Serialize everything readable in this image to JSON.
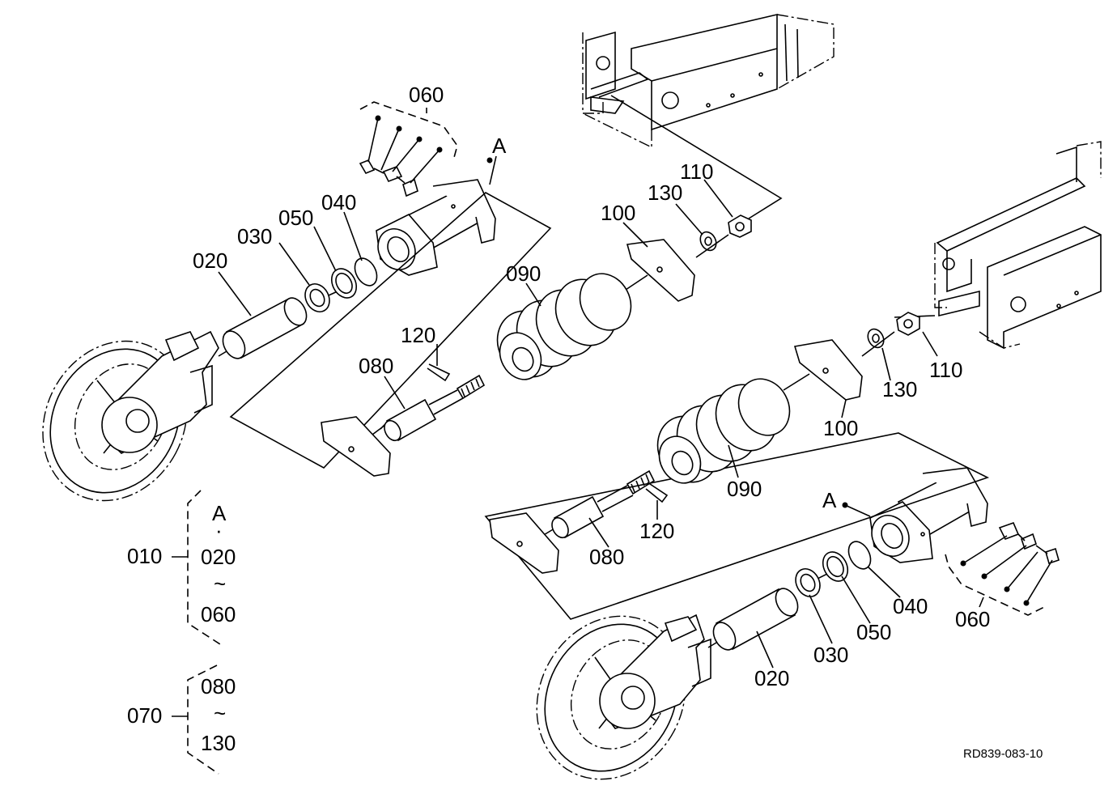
{
  "drawing_code": "RD839-083-10",
  "callouts": {
    "left": {
      "p060": "060",
      "pA": "A",
      "p020": "020",
      "p030": "030",
      "p050": "050",
      "p040": "040",
      "p100": "100",
      "p130": "130",
      "p110": "110",
      "p090": "090",
      "p120": "120",
      "p080": "080"
    },
    "right": {
      "p110": "110",
      "p130": "130",
      "p100": "100",
      "p090": "090",
      "pA": "A",
      "p120": "120",
      "p080": "080",
      "p040": "040",
      "p050": "050",
      "p060": "060",
      "p030": "030",
      "p020": "020"
    }
  },
  "legend": {
    "group1": {
      "id": "010",
      "top": "A",
      "dot": "·",
      "from": "020",
      "tilde": "~",
      "to": "060"
    },
    "group2": {
      "id": "070",
      "from": "080",
      "tilde": "~",
      "to": "130"
    }
  }
}
